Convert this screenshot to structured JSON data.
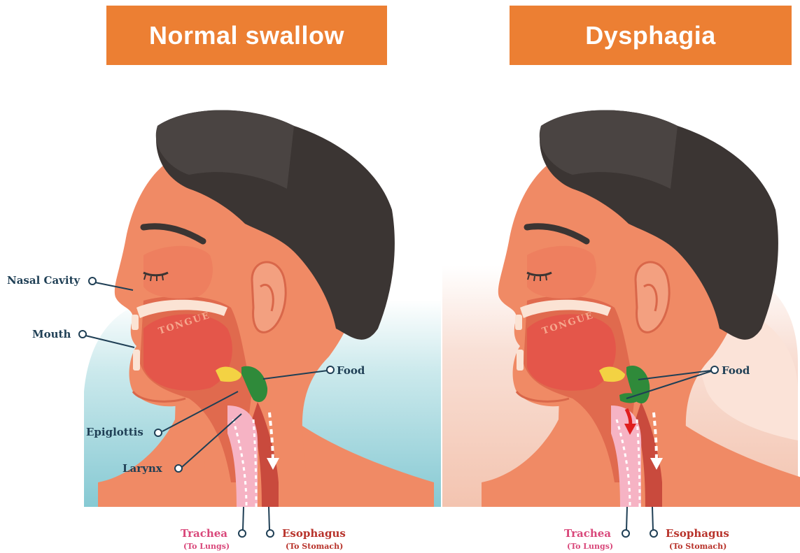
{
  "panels": {
    "left": {
      "title": "Normal swallow"
    },
    "right": {
      "title": "Dysphagia"
    }
  },
  "labels": {
    "nasal_cavity": "Nasal Cavity",
    "mouth": "Mouth",
    "epiglottis": "Epiglottis",
    "larynx": "Larynx",
    "food": "Food",
    "tongue": "TONGUE",
    "trachea": "Trachea",
    "trachea_sub": "(To Lungs)",
    "esophagus": "Esophagus",
    "esophagus_sub": "(To Stomach)"
  },
  "colors": {
    "banner": "#ec7f33",
    "skin": "#f08a65",
    "hair": "#3b3533",
    "food": "#2f8a3a",
    "trachea": "#d9477a",
    "esophagus": "#b8332b",
    "label_text": "#1f3f55",
    "normal_bg": "#a9dbe0",
    "dysphagia_bg": "#f6d2c3"
  },
  "icons": {
    "label_marker": "hollow-circle-icon",
    "flow_arrow": "down-arrow-icon",
    "aspiration_arrow": "red-down-arrow-icon"
  }
}
